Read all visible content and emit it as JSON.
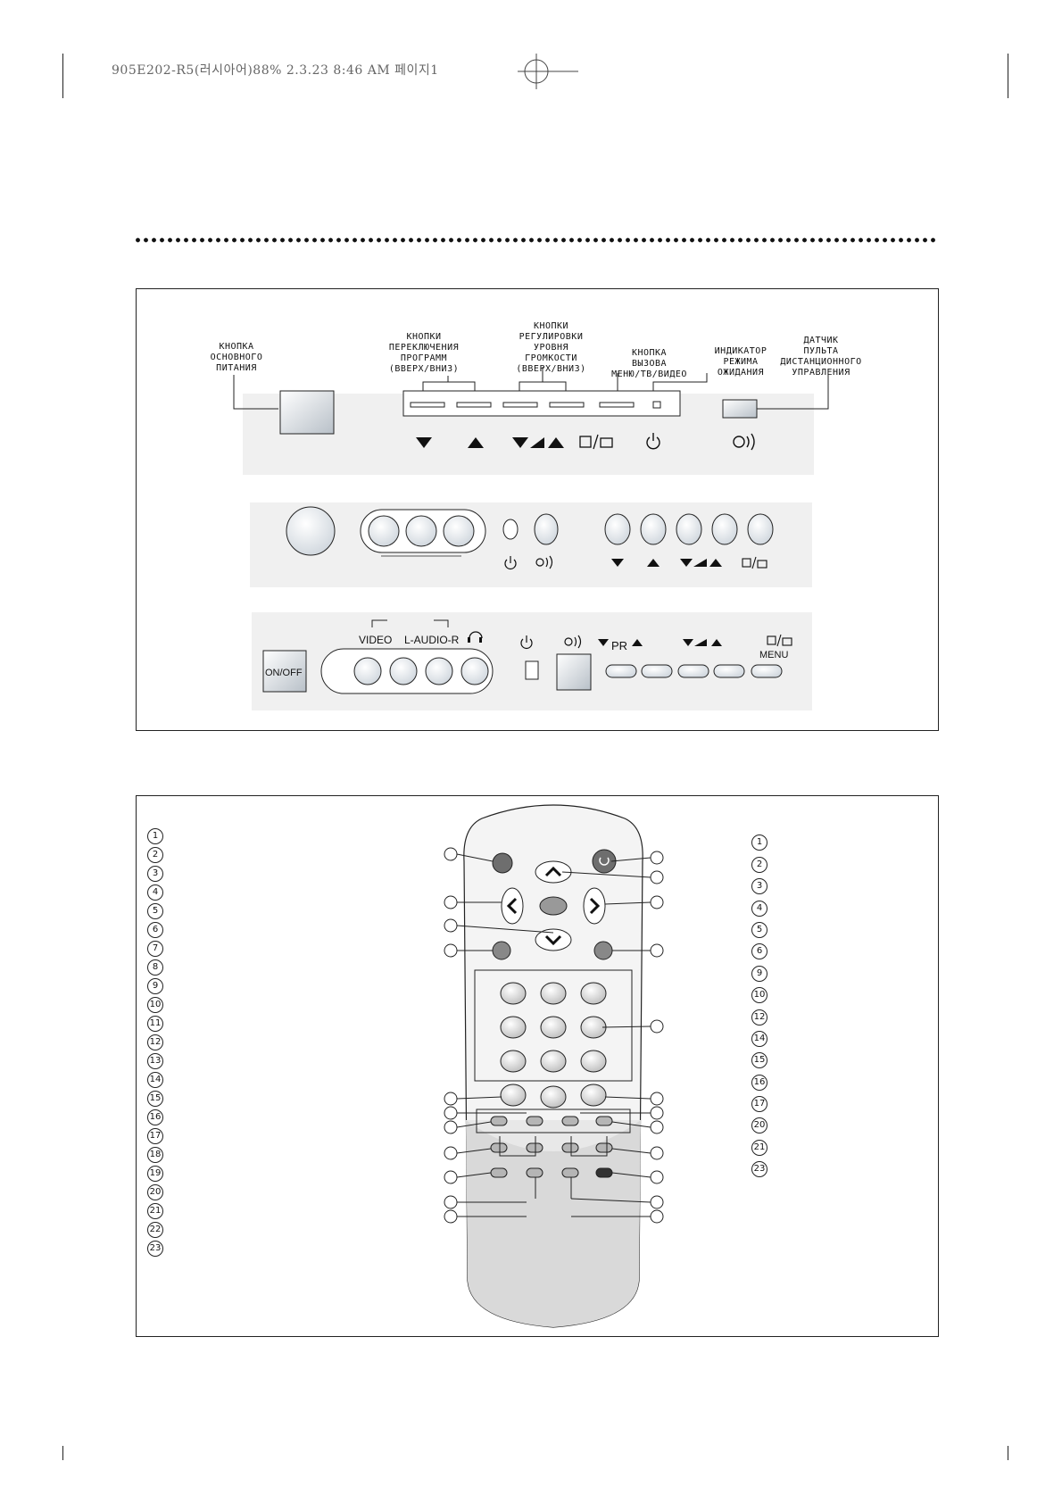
{
  "header": {
    "print_info": "905E202-R5(러시아어)88%  2.3.23 8:46 AM   페이지1"
  },
  "panel_labels": {
    "main_power": [
      "КНОПКА",
      "ОСНОВНОГО",
      "ПИТАНИЯ"
    ],
    "program_switch": [
      "КНОПКИ",
      "ПЕРЕКЛЮЧЕНИЯ",
      "ПРОГРАММ",
      "(ВВЕРХ/ВНИЗ)"
    ],
    "volume": [
      "КНОПКИ",
      "РЕГУЛИРОВКИ",
      "УРОВНЯ",
      "ГРОМКОСТИ",
      "(ВВЕРХ/ВНИЗ)"
    ],
    "menu": [
      "КНОПКА",
      "ВЫЗОВА",
      "МЕНЮ/ТВ/ВИДЕО"
    ],
    "standby": [
      "ИНДИКАТОР",
      "РЕЖИМА",
      "ОЖИДАНИЯ"
    ],
    "sensor": [
      "ДАТЧИК",
      "ПУЛЬТА",
      "ДИСТАНЦИОННОГО",
      "УПРАВЛЕНИЯ"
    ]
  },
  "panel3_labels": {
    "video": "VIDEO",
    "audio": "L-AUDIO-R",
    "onoff": "ON/OFF",
    "pr": "PR",
    "menu": "MENU"
  },
  "left_list": [
    "1",
    "2",
    "3",
    "4",
    "5",
    "6",
    "7",
    "8",
    "9",
    "10",
    "11",
    "12",
    "13",
    "14",
    "15",
    "16",
    "17",
    "18",
    "19",
    "20",
    "21",
    "22",
    "23"
  ],
  "right_list": [
    "1",
    "2",
    "3",
    "4",
    "5",
    "6",
    "9",
    "10",
    "12",
    "14",
    "15",
    "16",
    "17",
    "20",
    "21",
    "23"
  ],
  "colors": {
    "panel_bg": "#f2f2f2",
    "remote_body": "#f4f4f4",
    "remote_lower": "#d9d9d9",
    "button_grey": "#bfbfbf",
    "button_dark": "#6e6e6e"
  }
}
